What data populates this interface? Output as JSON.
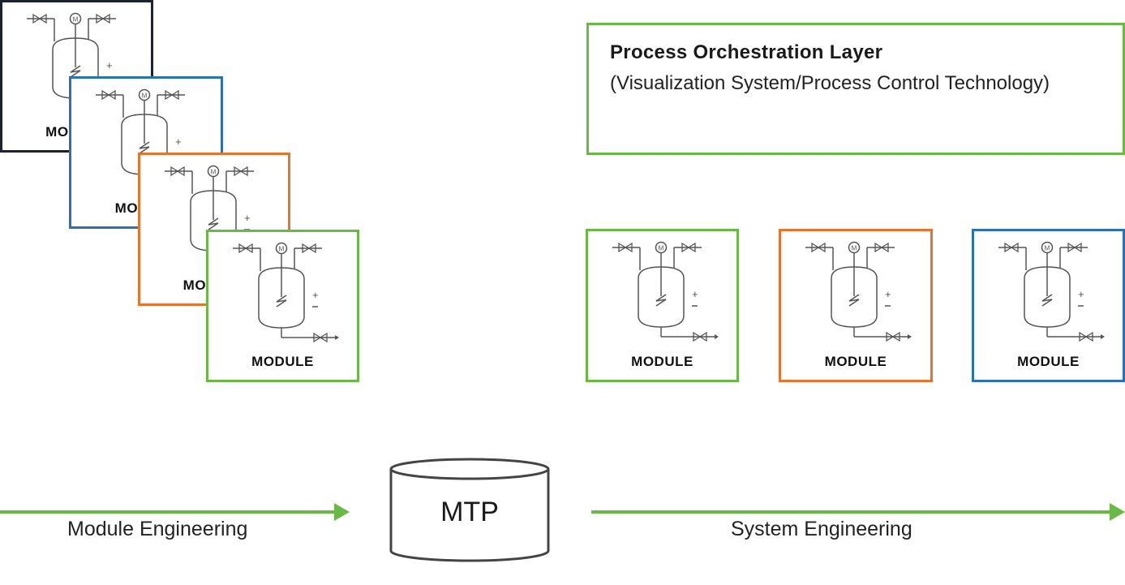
{
  "colors": {
    "dark": "#1c2330",
    "blue": "#2b72b4",
    "orange": "#e6742f",
    "green": "#6ab946",
    "line_gray": "#555555"
  },
  "modules_stacked": [
    {
      "label": "MODULE",
      "color": "dark"
    },
    {
      "label": "MODULE",
      "color": "blue"
    },
    {
      "label": "MODULE",
      "color": "orange"
    },
    {
      "label": "MODULE",
      "color": "green"
    }
  ],
  "modules_system": [
    {
      "label": "MODULE",
      "color": "green"
    },
    {
      "label": "MODULE",
      "color": "orange"
    },
    {
      "label": "MODULE",
      "color": "blue"
    }
  ],
  "orchestration": {
    "title": "Process Orchestration Layer",
    "subtitle": "(Visualization System/Process Control Technology)"
  },
  "mtp": {
    "label": "MTP"
  },
  "module_engineering": {
    "label": "Module Engineering"
  },
  "system_engineering": {
    "label": "System Engineering"
  },
  "icons": {
    "module_symbol": "vessel-with-motor-agitator-icon",
    "valve": "valve-icon",
    "motor": "motor-icon",
    "heater": "heating-coil-icon",
    "arrow": "arrow-right-icon"
  }
}
